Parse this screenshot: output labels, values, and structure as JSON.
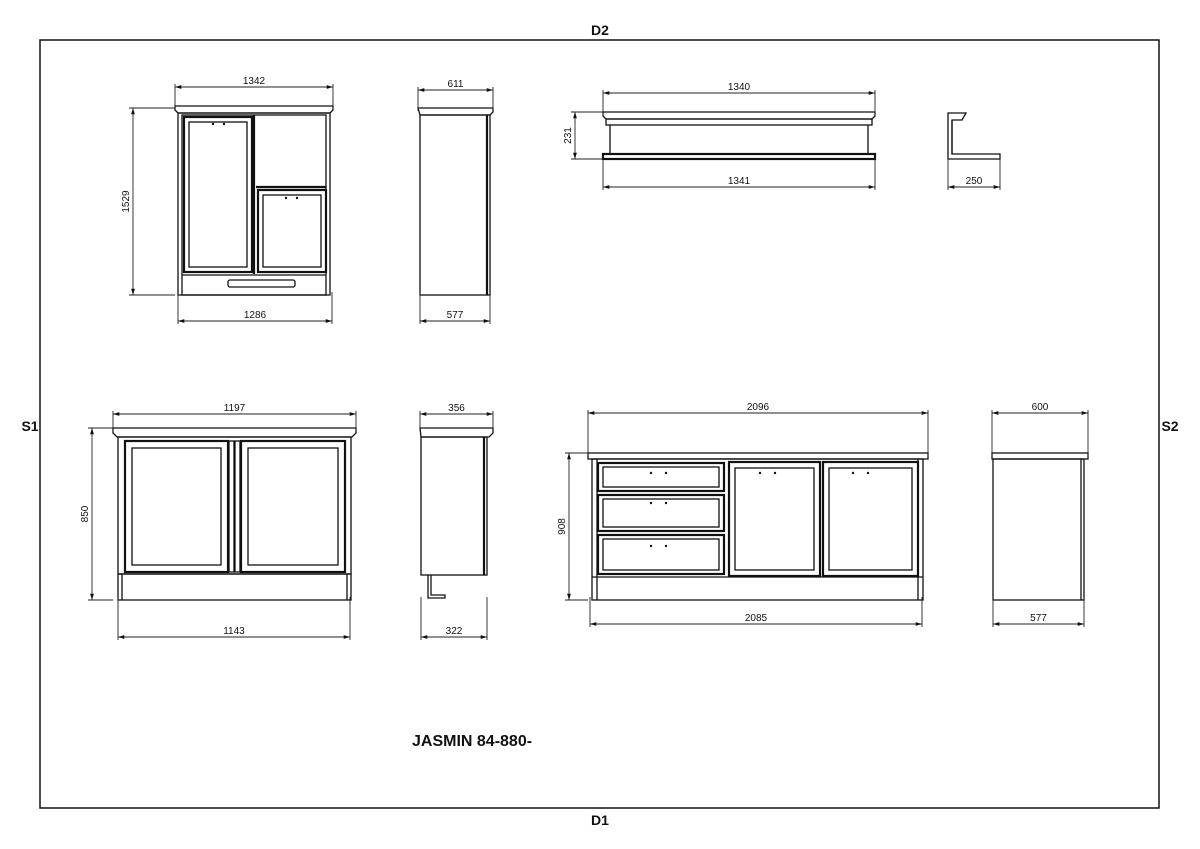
{
  "sheet": {
    "top_label": "D2",
    "bottom_label": "D1",
    "left_label": "S1",
    "right_label": "S2",
    "title": "JASMIN 84-880-"
  },
  "views": {
    "tall_cabinet_front": {
      "top_width": "1342",
      "bottom_width": "1286",
      "height": "1529"
    },
    "tall_cabinet_side": {
      "top_depth": "611",
      "bottom_depth": "577"
    },
    "wall_shelf_front": {
      "top_width": "1340",
      "bottom_width": "1341",
      "height": "231"
    },
    "wall_shelf_side": {
      "depth": "250"
    },
    "low_cabinet_front": {
      "top_width": "1197",
      "bottom_width": "1143",
      "height": "850"
    },
    "low_cabinet_side": {
      "top_depth": "356",
      "bottom_depth": "322"
    },
    "sideboard_front": {
      "top_width": "2096",
      "bottom_width": "2085",
      "height": "908"
    },
    "sideboard_side": {
      "top_depth": "600",
      "bottom_depth": "577"
    }
  }
}
